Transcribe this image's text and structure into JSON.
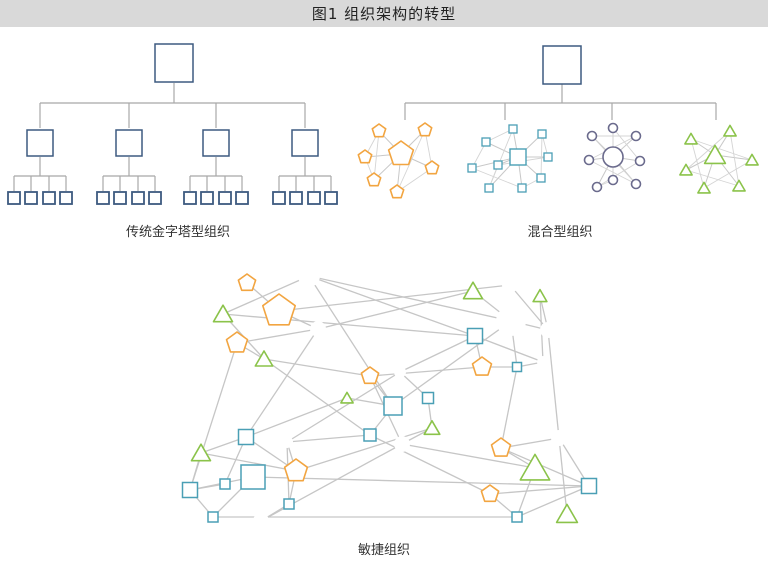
{
  "title": "图1  组织架构的转型",
  "captions": {
    "pyramid": "传统金字塔型组织",
    "hybrid": "混合型组织",
    "agile": "敏捷组织"
  },
  "colors": {
    "pyramid_stroke": "#3d5a80",
    "pentagon": "#f2a541",
    "square_team": "#4a9fb5",
    "circle_team": "#6b6b8d",
    "triangle_team": "#8bc34a",
    "connector": "#b5b5b5",
    "title_bar": "#d9d9d9"
  },
  "node_shapes": [
    "square",
    "pentagon",
    "circle",
    "triangle"
  ]
}
